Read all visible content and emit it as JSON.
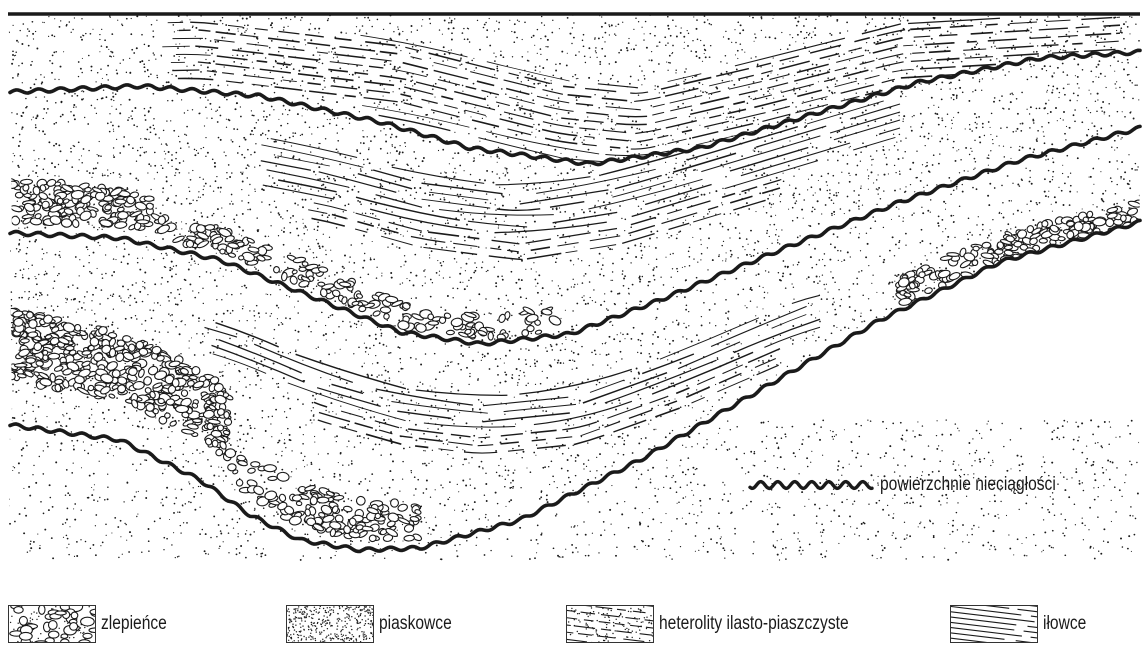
{
  "diagram": {
    "annotation": {
      "label": "powierzchnie nieciągłości",
      "icon": "wavy-line-icon"
    }
  },
  "legend": {
    "items": [
      {
        "key": "conglomerate",
        "label": "zlepieńce",
        "icon": "conglomerate-pattern-icon"
      },
      {
        "key": "sandstone",
        "label": "piaskowce",
        "icon": "sandstone-pattern-icon"
      },
      {
        "key": "heterolith",
        "label": "heterolity ilasto-piaszczyste",
        "icon": "heterolith-pattern-icon"
      },
      {
        "key": "mudstone",
        "label": "iłowce",
        "icon": "mudstone-pattern-icon"
      }
    ]
  },
  "colors": {
    "ink": "#1a1a1a",
    "paper": "#ffffff"
  }
}
